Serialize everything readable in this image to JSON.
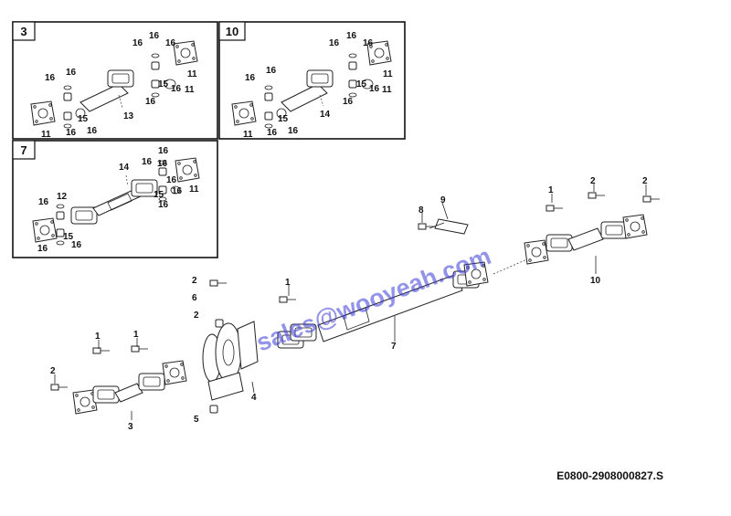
{
  "diagram": {
    "insets": [
      {
        "id": "inset-3",
        "tag": "3"
      },
      {
        "id": "inset-10",
        "tag": "10"
      },
      {
        "id": "inset-7",
        "tag": "7"
      }
    ],
    "callouts": {
      "c1": "16",
      "c2": "16",
      "c3": "16",
      "c4": "11",
      "c5": "16",
      "c6": "16",
      "c7": "15",
      "c8": "16",
      "c9": "11",
      "c10": "13",
      "c11": "16",
      "c12": "15",
      "c13": "11",
      "c14": "16",
      "c15": "16",
      "d1": "16",
      "d2": "16",
      "d3": "16",
      "d4": "11",
      "d5": "16",
      "d6": "16",
      "d7": "15",
      "d8": "16",
      "d9": "11",
      "d10": "14",
      "d11": "16",
      "d12": "15",
      "d13": "11",
      "d14": "16",
      "d15": "16",
      "e1": "16",
      "e2": "14",
      "e3": "16",
      "e4": "16",
      "e5": "11",
      "e6": "16",
      "e7": "16",
      "e8": "15",
      "e9": "16",
      "e10": "16",
      "e11": "12",
      "e12": "16",
      "e13": "15",
      "e14": "16",
      "m1": "8",
      "m2": "9",
      "m3": "1",
      "m4": "2",
      "m5": "10",
      "m6": "2",
      "m7": "1",
      "m8": "6",
      "m9": "2",
      "m10": "1",
      "m11": "1",
      "m12": "2",
      "m13": "3",
      "m14": "4",
      "m15": "5",
      "m16": "7"
    },
    "watermark": "sales@wooyeah.com",
    "drawing_code": "E0800-2908000827.S"
  }
}
